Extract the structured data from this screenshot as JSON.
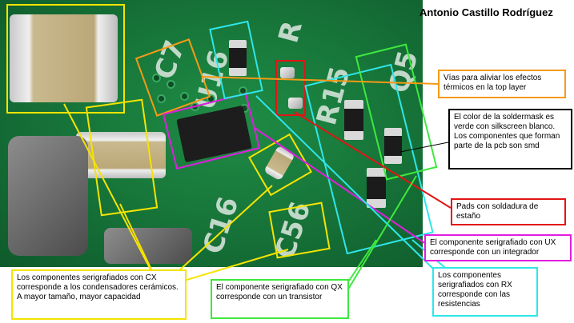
{
  "author": "Antonio Castillo Rodríguez",
  "silkscreen": [
    "C7",
    "U16",
    "R",
    "R15",
    "Q5",
    "C56",
    "C16"
  ],
  "colors": {
    "yellow": "#f5e400",
    "orange": "#f59a16",
    "magenta": "#e01ee0",
    "cyan": "#2ee6ea",
    "red": "#e31414",
    "green": "#3ee83e",
    "black": "#000000"
  },
  "annotations": {
    "vias": "Vías para aliviar los efectos térmicos en la top layer",
    "soldermask": "El color de la soldermask es verde con silkscreen blanco. Los componentes que forman parte de la pcb son smd",
    "pads": "Pads con soldadura de estaño",
    "integrator": "El componente serigrafiado con UX corresponde con un integrador",
    "resistors": "Los componentes serigrafiados con RX corresponde con las resistencias",
    "transistor": "El componente serigrafiado con QX corresponde con un transistor",
    "capacitors": "Los componentes serigrafiados con CX corresponde a los condensadores cerámicos. A mayor tamaño, mayor capacidad"
  }
}
